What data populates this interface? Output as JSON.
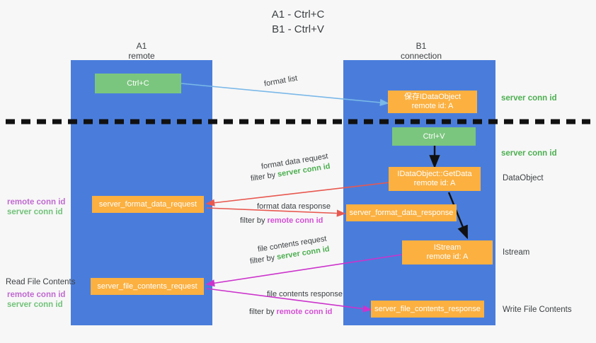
{
  "title": {
    "line1": "A1 - Ctrl+C",
    "line2": "B1 - Ctrl+V"
  },
  "columns": [
    {
      "name": "A1",
      "sub": "remote"
    },
    {
      "name": "B1",
      "sub": "connection"
    }
  ],
  "nodes": {
    "ctrl_c": "Ctrl+C",
    "ctrl_v": "Ctrl+V",
    "save_dataobject_title": "保存IDataObject",
    "save_dataobject_sub": "remote id: A",
    "getdata_title": "IDataObject::GetData",
    "getdata_sub": "remote id: A",
    "istream_title": "IStream",
    "istream_sub": "remote id: A",
    "server_format_data_request": "server_format_data_request",
    "server_format_data_response": "server_format_data_response",
    "server_file_contents_request": "server_file_contents_request",
    "server_file_contents_response": "server_file_contents_response"
  },
  "right_labels": {
    "server_conn_id_top": "server conn id",
    "server_conn_id_mid": "server conn id",
    "dataobject": "DataObject",
    "istream": "Istream",
    "write_file_contents": "Write File Contents"
  },
  "left_labels": {
    "read_file_contents": "Read File Contents",
    "remote_conn_id": "remote conn id",
    "server_conn_id": "server conn id"
  },
  "edges": {
    "format_list": "format list",
    "format_data_request": "format data request",
    "format_data_request_filter_prefix": "filter by ",
    "format_data_request_filter_value": "server conn id",
    "format_data_response": "format data response",
    "format_data_response_filter_prefix": "filter by ",
    "format_data_response_filter_value": "remote conn id",
    "file_contents_request": "file contents request",
    "file_contents_request_filter_prefix": "filter by ",
    "file_contents_request_filter_value": "server conn id",
    "file_contents_response": "file contents response",
    "file_contents_response_filter_prefix": "filter by ",
    "file_contents_response_filter_value": "remote conn id"
  },
  "colors": {
    "lane": "#4a7ddb",
    "green_node": "#7bc67e",
    "orange_node": "#fbb040",
    "red_arrow": "#e8584f",
    "magenta_arrow": "#cc33cc",
    "blue_arrow": "#7ab8e8",
    "black": "#111111",
    "green_text": "#4caf50",
    "purple_text": "#c06ad0"
  }
}
